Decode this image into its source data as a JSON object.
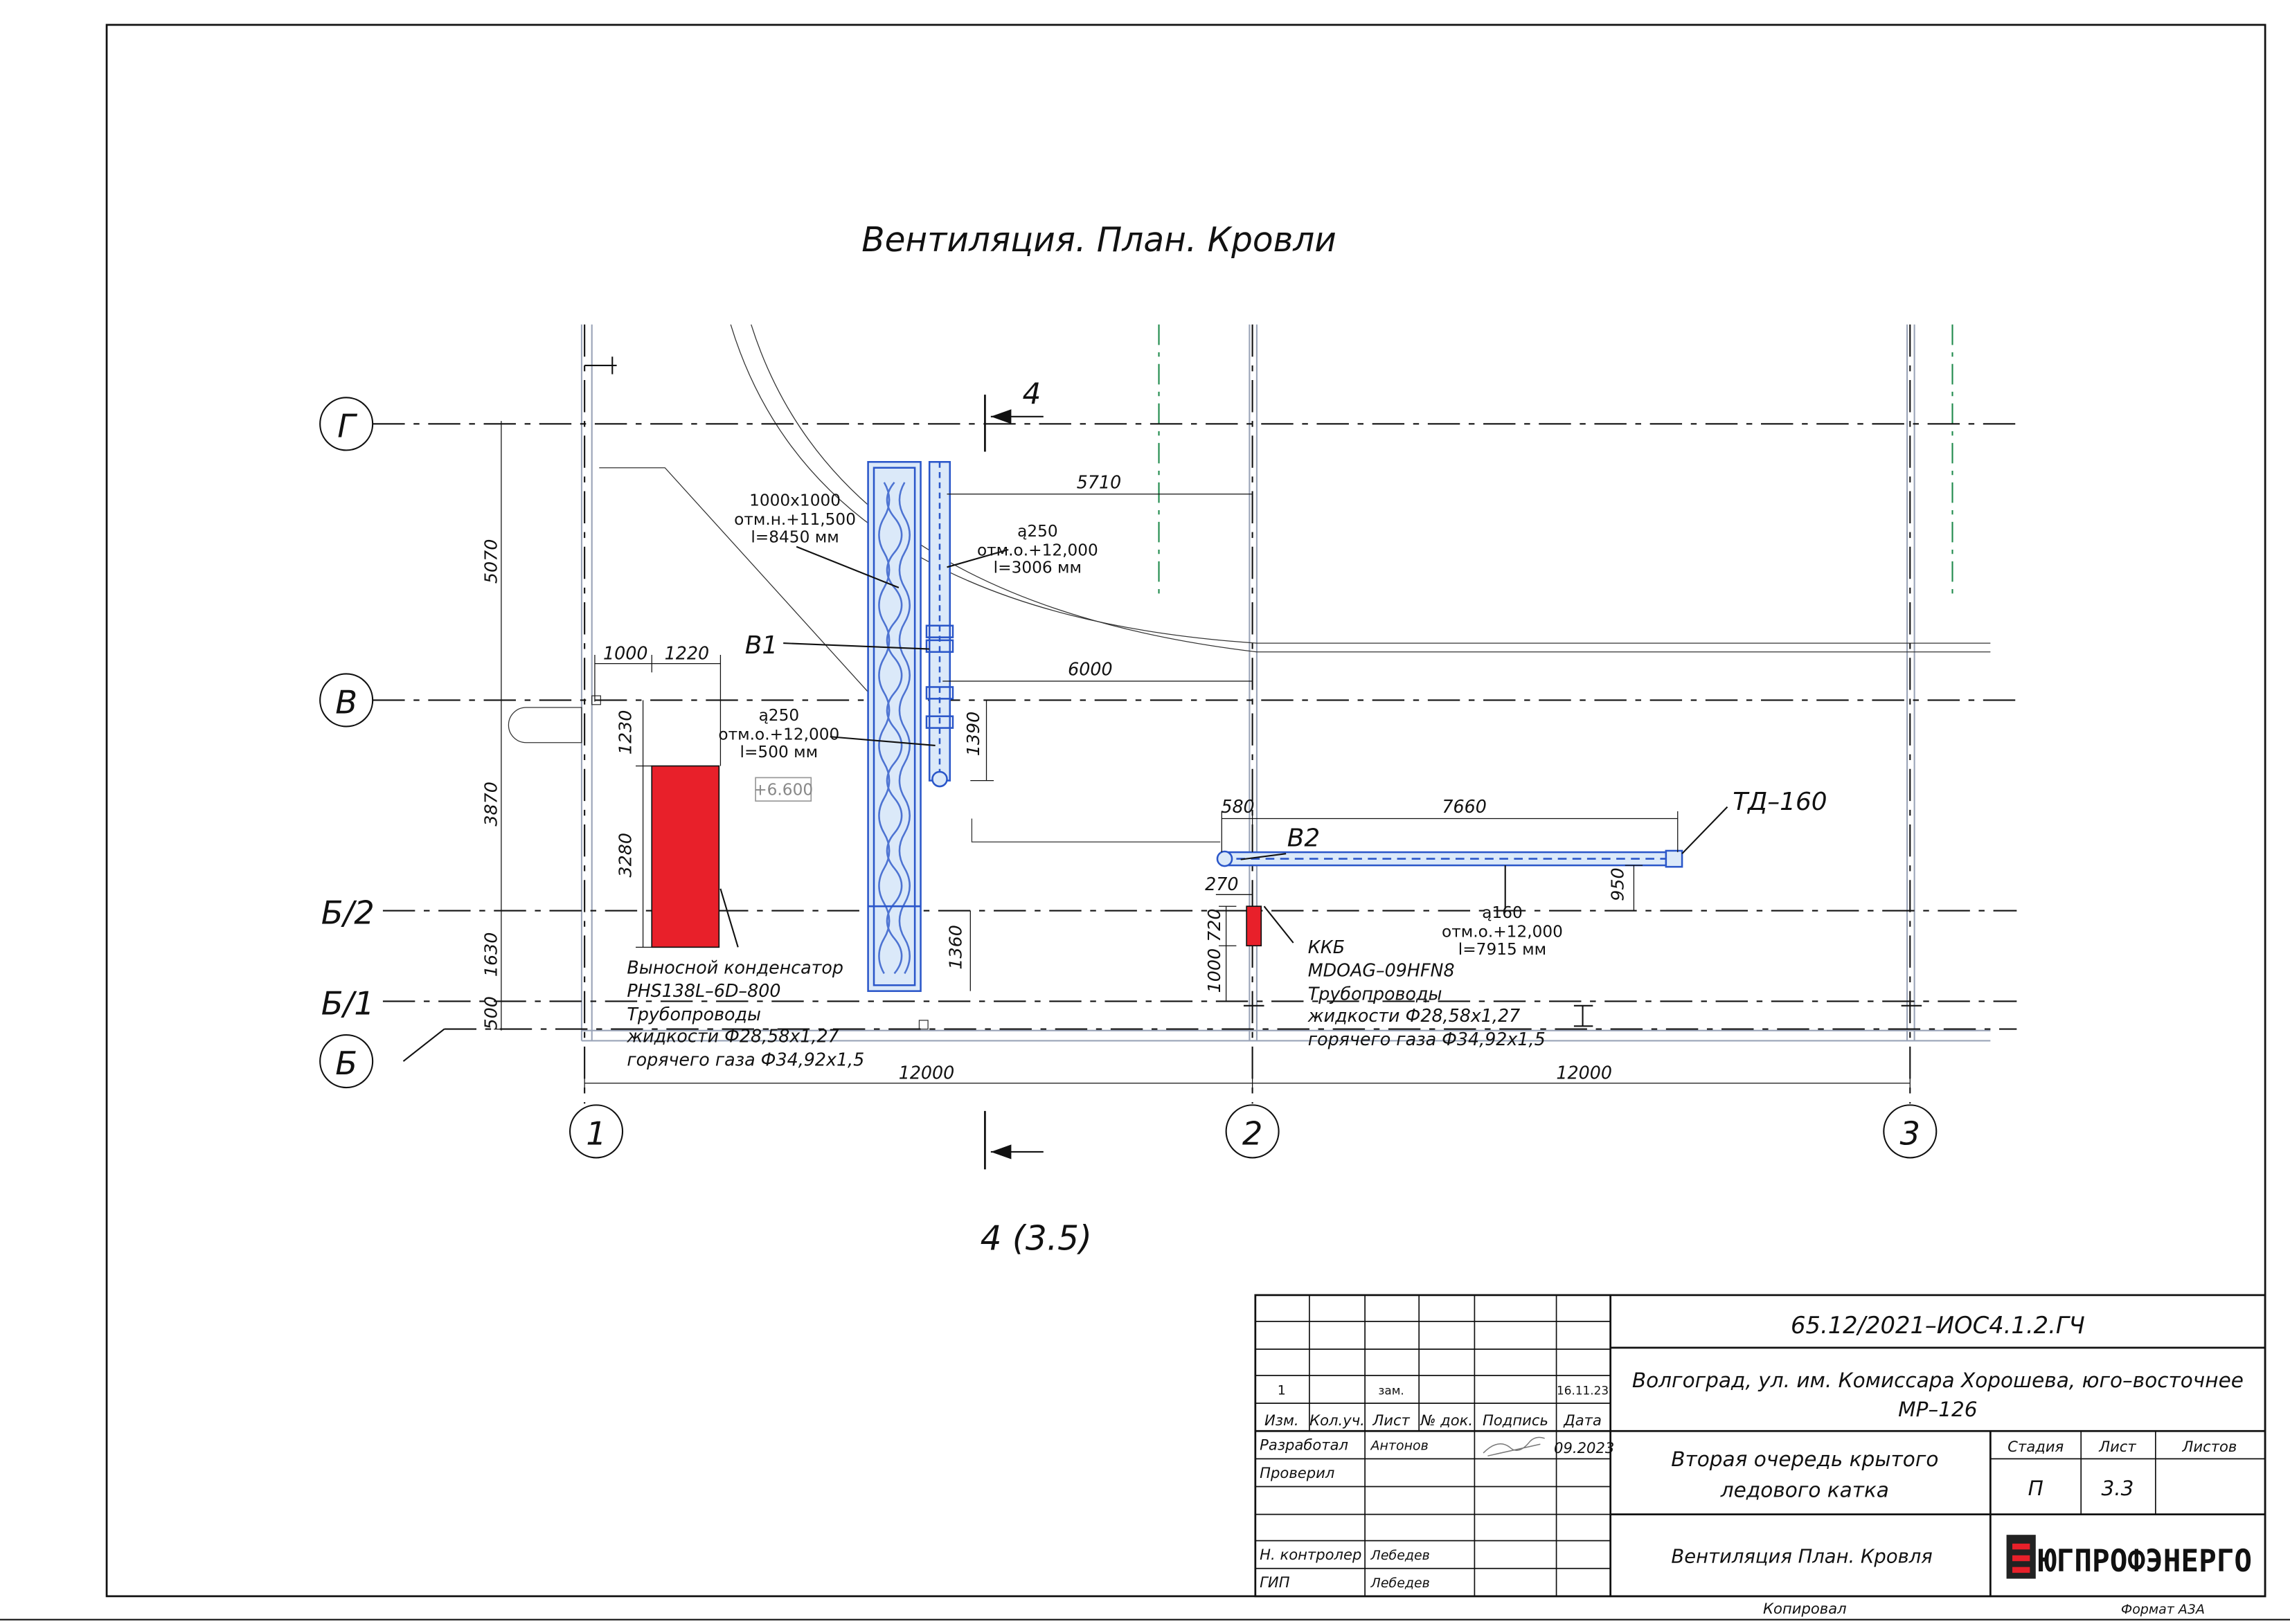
{
  "title": "Вентиляция. План. Кровли",
  "section_label": "4 (3.5)",
  "section_mark": "4",
  "axes": {
    "rows": [
      "Г",
      "В",
      "Б/2",
      "Б/1",
      "Б"
    ],
    "cols": [
      "1",
      "2",
      "3"
    ]
  },
  "dims": {
    "d5070": "5070",
    "d3870": "3870",
    "d1630": "1630",
    "d500": "500",
    "d1000": "1000",
    "d1220": "1220",
    "d1230": "1230",
    "d3280": "3280",
    "d5710": "5710",
    "d6000": "6000",
    "d1390": "1390",
    "d1360": "1360",
    "d580": "580",
    "d7660": "7660",
    "d950": "950",
    "d270": "270",
    "d720": "720",
    "d1000b": "1000",
    "d12000a": "12000",
    "d12000b": "12000"
  },
  "labels": {
    "elev": "+6.600",
    "v1": "В1",
    "v2": "В2",
    "td": "ТД–160",
    "shaft": [
      "1000х1000",
      "отм.н.+11,500",
      "l=8450 мм"
    ],
    "pipe_top": [
      "ą250",
      "отм.о.+12,000",
      "l=3006 мм"
    ],
    "pipe_mid": [
      "ą250",
      "отм.о.+12,000",
      "l=500 мм"
    ],
    "pipe_b2": [
      "ą160",
      "отм.о.+12,000",
      "l=7915 мм"
    ],
    "condenser": [
      "Выносной конденсатор",
      "PHS138L–6D–800",
      "Трубопроводы",
      "жидкости Ф28,58х1,27",
      "горячего газа Ф34,92х1,5"
    ],
    "kkb": [
      "ККБ",
      "MDOAG–09HFN8",
      "Трубопроводы",
      "жидкости Ф28,58х1,27",
      "горячего газа Ф34,92х1,5"
    ]
  },
  "stamp": {
    "code": "65.12/2021–ИОС4.1.2.ГЧ",
    "address": [
      "Волгоград, ул. им. Комиссара Хорошева, юго–восточнее",
      "МР–126"
    ],
    "object": [
      "Вторая очередь крытого",
      "ледового катка"
    ],
    "sheet_title": "Вентиляция План. Кровля",
    "company": "ЮГПРОФЭНЕРГО",
    "rev_num": "1",
    "rev_type": "зам.",
    "rev_date": "16.11.23",
    "headers": [
      "Изм.",
      "Кол.уч.",
      "Лист",
      "№ док.",
      "Подпись",
      "Дата"
    ],
    "roles": [
      "Разработал",
      "Проверил",
      "Н. контролер",
      "ГИП"
    ],
    "names": [
      "Антонов",
      "Лебедев",
      "Лебедев"
    ],
    "dev_date": "09.2023",
    "stage_h": "Стадия",
    "sheet_h": "Лист",
    "sheets_h": "Листов",
    "stage": "П",
    "sheet": "3.3",
    "copied": "Копировал",
    "format": "Формат А3А"
  },
  "colors": {
    "duct": "#2a56c9",
    "duct_fill": "#dbe9f9",
    "equipment": "#e8202a",
    "axis_green": "#1f8a4c"
  }
}
